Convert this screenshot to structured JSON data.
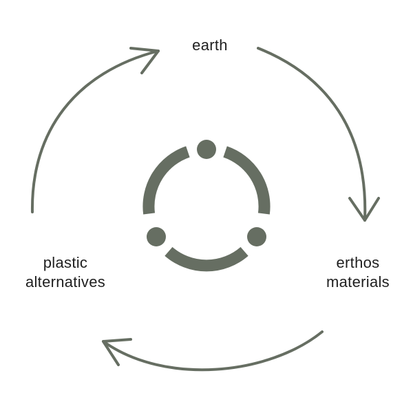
{
  "diagram": {
    "nodes": [
      {
        "id": "earth",
        "lines": [
          "earth"
        ]
      },
      {
        "id": "erthos-materials",
        "lines": [
          "erthos",
          "materials"
        ]
      },
      {
        "id": "plastic-alternatives",
        "lines": [
          "plastic",
          "alternatives"
        ]
      }
    ],
    "cycle_direction": "clockwise",
    "center_icon": "recycle-circle-icon",
    "colors": {
      "accent": "#666e62",
      "text": "#1f1f1f",
      "background": "#ffffff"
    }
  }
}
